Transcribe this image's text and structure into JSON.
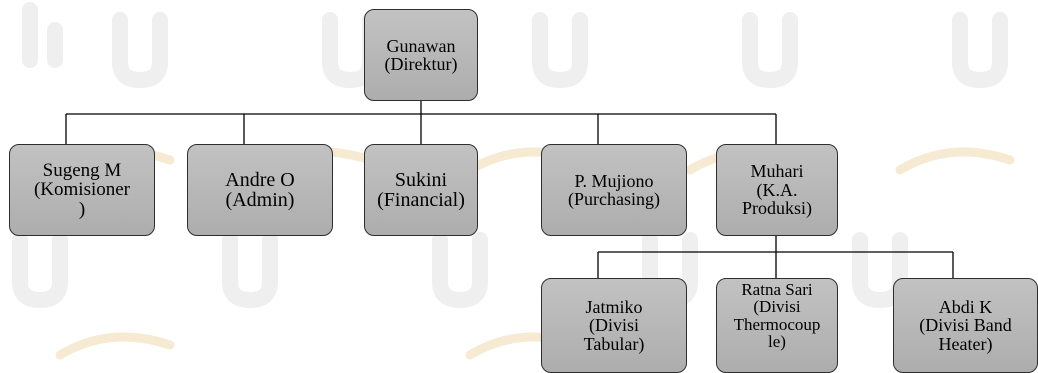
{
  "watermark": {
    "text": "uib",
    "color": "#efefef",
    "accent_color": "#f6ead2"
  },
  "org_chart": {
    "root": {
      "lines": [
        "Gunawan",
        "(Direktur)"
      ]
    },
    "level_1": [
      {
        "id": "sugeng",
        "lines": [
          "Sugeng M",
          "(Komisioner",
          ")"
        ]
      },
      {
        "id": "andre",
        "lines": [
          "Andre O",
          "(Admin)"
        ]
      },
      {
        "id": "sukini",
        "lines": [
          "Sukini",
          "(Financial)"
        ]
      },
      {
        "id": "mujiono",
        "lines": [
          "P. Mujiono",
          "(Purchasing)"
        ]
      },
      {
        "id": "muhari",
        "lines": [
          "Muhari",
          "(K.A.",
          "Produksi)"
        ]
      }
    ],
    "level_2": [
      {
        "id": "jatmiko",
        "lines": [
          "Jatmiko",
          "(Divisi",
          "Tabular)"
        ]
      },
      {
        "id": "ratna",
        "lines": [
          "Ratna Sari",
          "(Divisi",
          "Thermocoup",
          "le)"
        ]
      },
      {
        "id": "abdi",
        "lines": [
          "Abdi K",
          "(Divisi Band",
          "Heater)"
        ]
      }
    ]
  }
}
